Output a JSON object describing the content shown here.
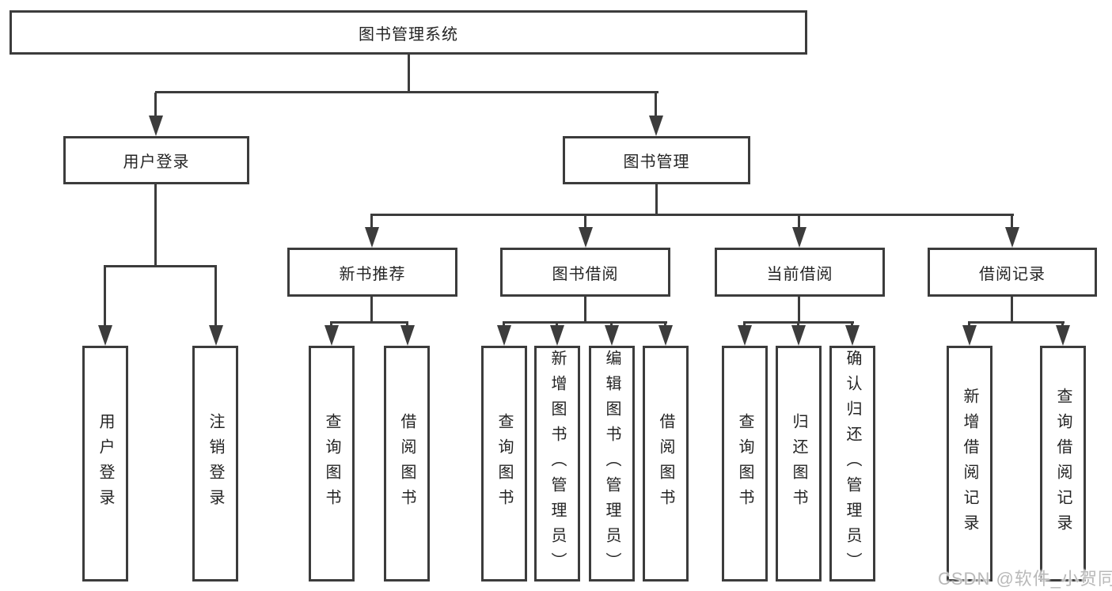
{
  "tree": {
    "label": "图书管理系统",
    "children": [
      {
        "label": "用户登录",
        "children": [
          {
            "label": "用户登录"
          },
          {
            "label": "注销登录"
          }
        ]
      },
      {
        "label": "图书管理",
        "children": [
          {
            "label": "新书推荐",
            "children": [
              {
                "label": "查询图书"
              },
              {
                "label": "借阅图书"
              }
            ]
          },
          {
            "label": "图书借阅",
            "children": [
              {
                "label": "查询图书"
              },
              {
                "label": "新增图书（管理员）"
              },
              {
                "label": "编辑图书（管理员）"
              },
              {
                "label": "借阅图书"
              }
            ]
          },
          {
            "label": "当前借阅",
            "children": [
              {
                "label": "查询图书"
              },
              {
                "label": "归还图书"
              },
              {
                "label": "确认归还（管理员）"
              }
            ]
          },
          {
            "label": "借阅记录",
            "children": [
              {
                "label": "新增借阅记录"
              },
              {
                "label": "查询借阅记录"
              }
            ]
          }
        ]
      }
    ]
  },
  "watermark": {
    "text": "CSDN @软件_小贺同学"
  },
  "colors": {
    "line": "#3c3c3c",
    "text": "#242424",
    "box_fill": "#ffffff",
    "watermark": "#b9b9b9",
    "background": "#ffffff"
  }
}
